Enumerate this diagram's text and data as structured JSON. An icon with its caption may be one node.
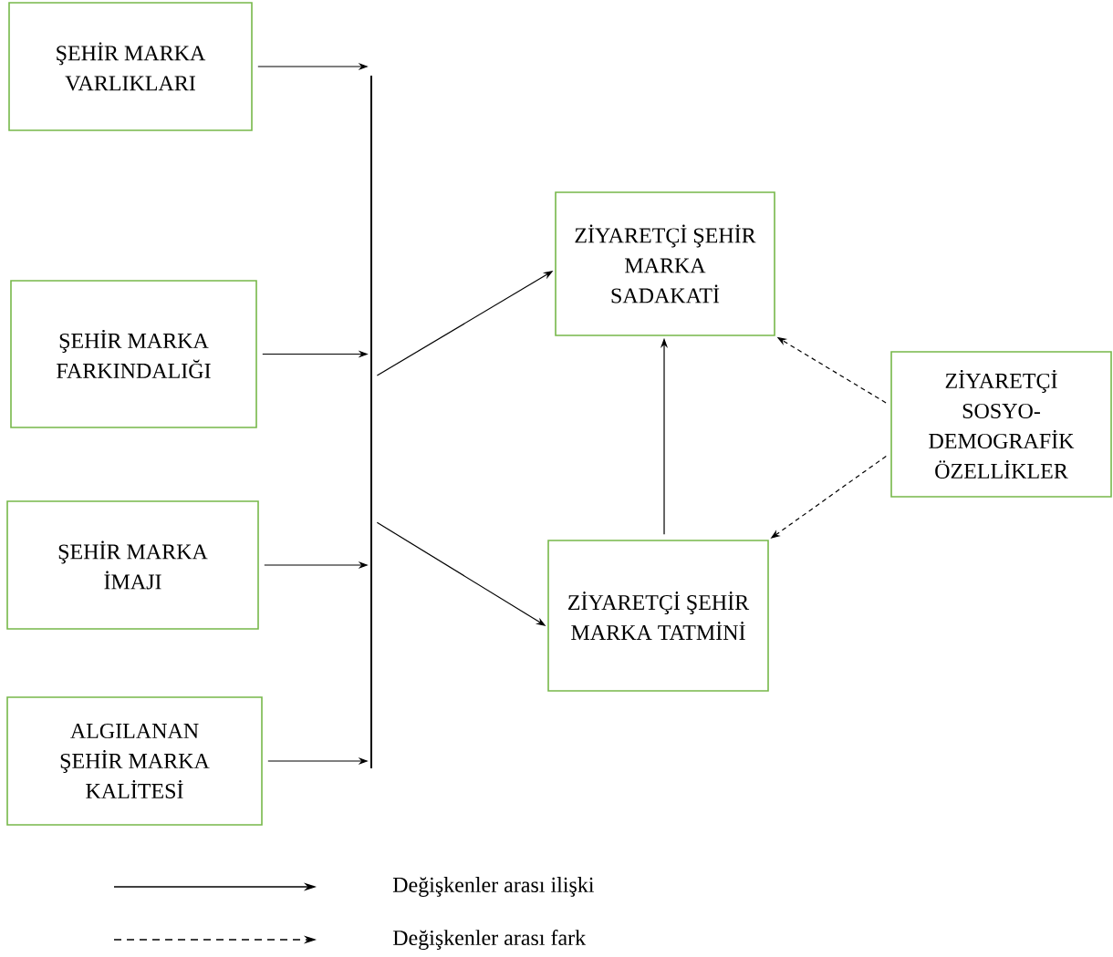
{
  "diagram": {
    "nodes": [
      {
        "text": [
          "ŞEHİR MARKA VARLIKLARI"
        ]
      },
      {
        "text": [
          "ŞEHİR MARKA FARKINDALIĞI"
        ]
      },
      {
        "text": [
          "ŞEHİR MARKA İMAJI"
        ]
      },
      {
        "text": [
          "ALGILANAN ŞEHİR MARKA KALİTESİ"
        ]
      },
      {
        "text": [],
        "shape": "bar"
      },
      {
        "text": [
          "ZİYARETÇİ ŞEHİR MARKA SADAKATİ"
        ]
      },
      {
        "text": [
          "ZİYARETÇİ SOSYO-DEMOGRAFİK ÖZELLİKLER"
        ]
      },
      {
        "text": [
          "ZİYARETÇİ ŞEHİR MARKA TATMİNİ"
        ]
      }
    ],
    "edges": [
      {
        "from": 0,
        "to": 4,
        "arrow": "to"
      },
      {
        "from": 1,
        "to": 4,
        "arrow": "to"
      },
      {
        "from": 2,
        "to": 4,
        "arrow": "to"
      },
      {
        "from": 3,
        "to": 4,
        "arrow": "to"
      },
      {
        "from": 4,
        "to": 5,
        "arrow": "to"
      },
      {
        "from": 4,
        "to": 7,
        "arrow": "to"
      },
      {
        "from": 7,
        "to": 5,
        "arrow": "to"
      },
      {
        "from": 6,
        "to": 5,
        "arrow": "to",
        "style": "dashed"
      },
      {
        "from": 6,
        "to": 7,
        "arrow": "to",
        "style": "dashed"
      }
    ],
    "legend": [
      {
        "text": "Değişkenler arası ilişki"
      },
      {
        "text": "Değişkenler arası fark"
      }
    ]
  }
}
